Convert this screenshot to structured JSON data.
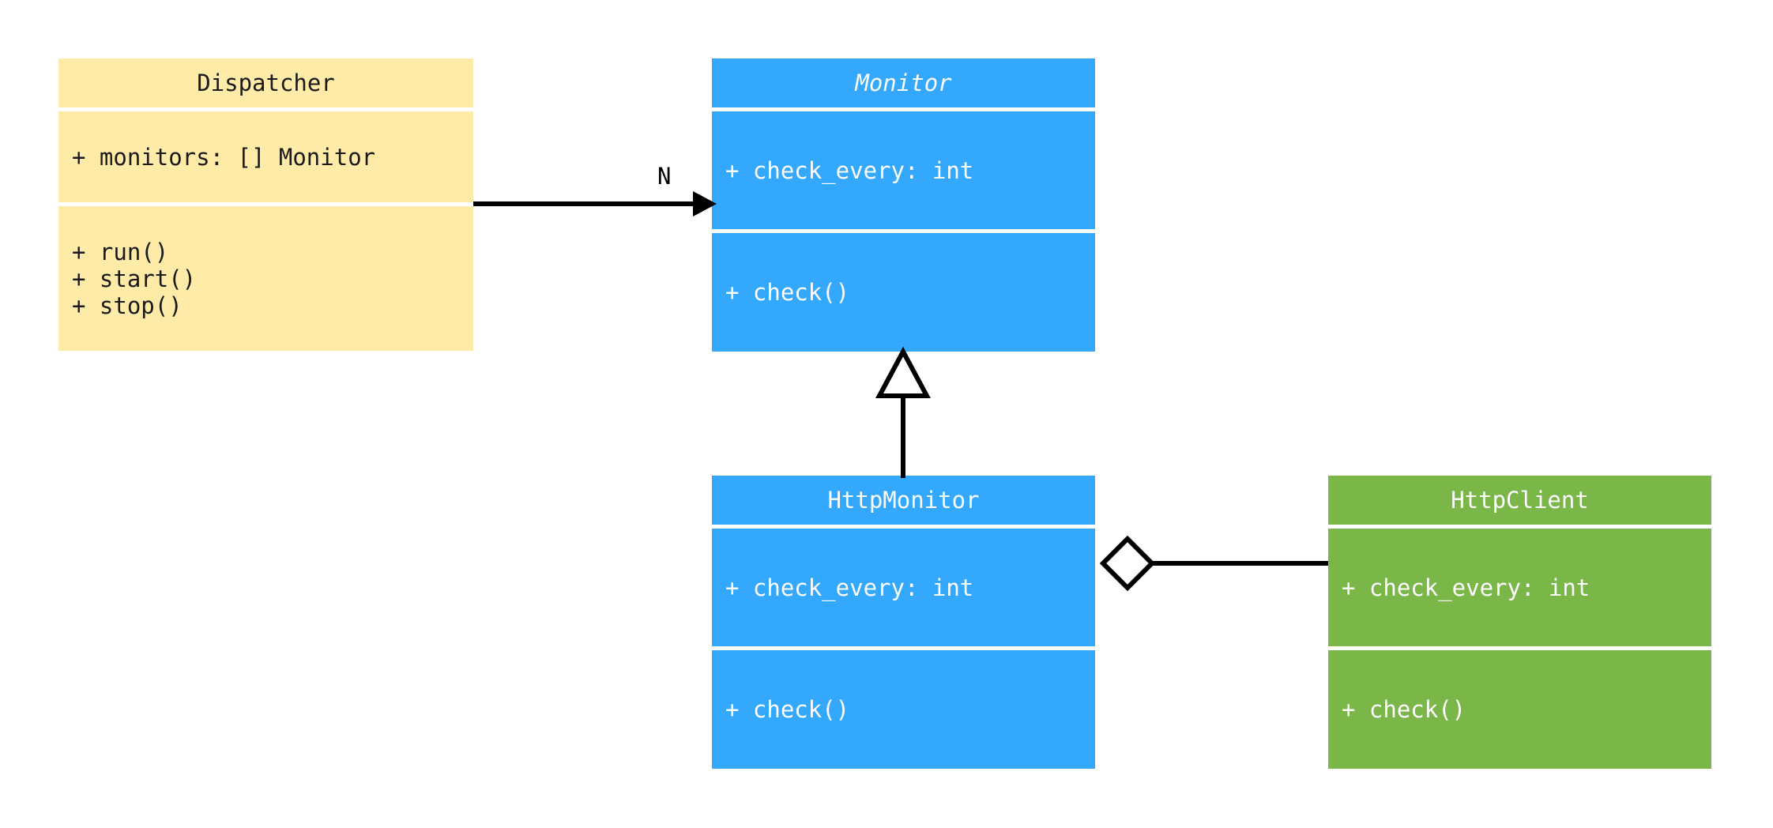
{
  "diagram": {
    "kind": "uml-class-diagram",
    "background": "#ffffff",
    "palette": {
      "yellow": "#ffeba8",
      "blue": "#33a8fc",
      "green": "#7ab648",
      "line": "#000000",
      "dark_text": "#1a1a1a",
      "light_text": "#ffffff"
    }
  },
  "classes": {
    "dispatcher": {
      "name": "Dispatcher",
      "abstract": false,
      "color": "#ffeba8",
      "attributes": [
        "+ monitors: [] Monitor"
      ],
      "methods": [
        "+ run()",
        "+ start()",
        "+ stop()"
      ]
    },
    "monitor": {
      "name": "Monitor",
      "abstract": true,
      "color": "#33a8fc",
      "attributes": [
        "+ check_every: int"
      ],
      "methods": [
        "+ check()"
      ]
    },
    "http_monitor": {
      "name": "HttpMonitor",
      "abstract": false,
      "color": "#33a8fc",
      "attributes": [
        "+ check_every: int"
      ],
      "methods": [
        "+ check()"
      ]
    },
    "http_client": {
      "name": "HttpClient",
      "abstract": false,
      "color": "#7ab648",
      "attributes": [
        "+ check_every: int"
      ],
      "methods": [
        "+ check()"
      ]
    }
  },
  "relationships": {
    "dispatcher_to_monitor": {
      "type": "directed-association",
      "from": "Dispatcher",
      "to": "Monitor",
      "label": "N",
      "arrow": "filled-triangle"
    },
    "http_monitor_to_monitor": {
      "type": "generalization",
      "from": "HttpMonitor",
      "to": "Monitor",
      "label": "",
      "arrow": "hollow-triangle"
    },
    "http_monitor_to_http_client": {
      "type": "aggregation",
      "from": "HttpMonitor",
      "to": "HttpClient",
      "label": "",
      "arrow": "hollow-diamond"
    }
  }
}
